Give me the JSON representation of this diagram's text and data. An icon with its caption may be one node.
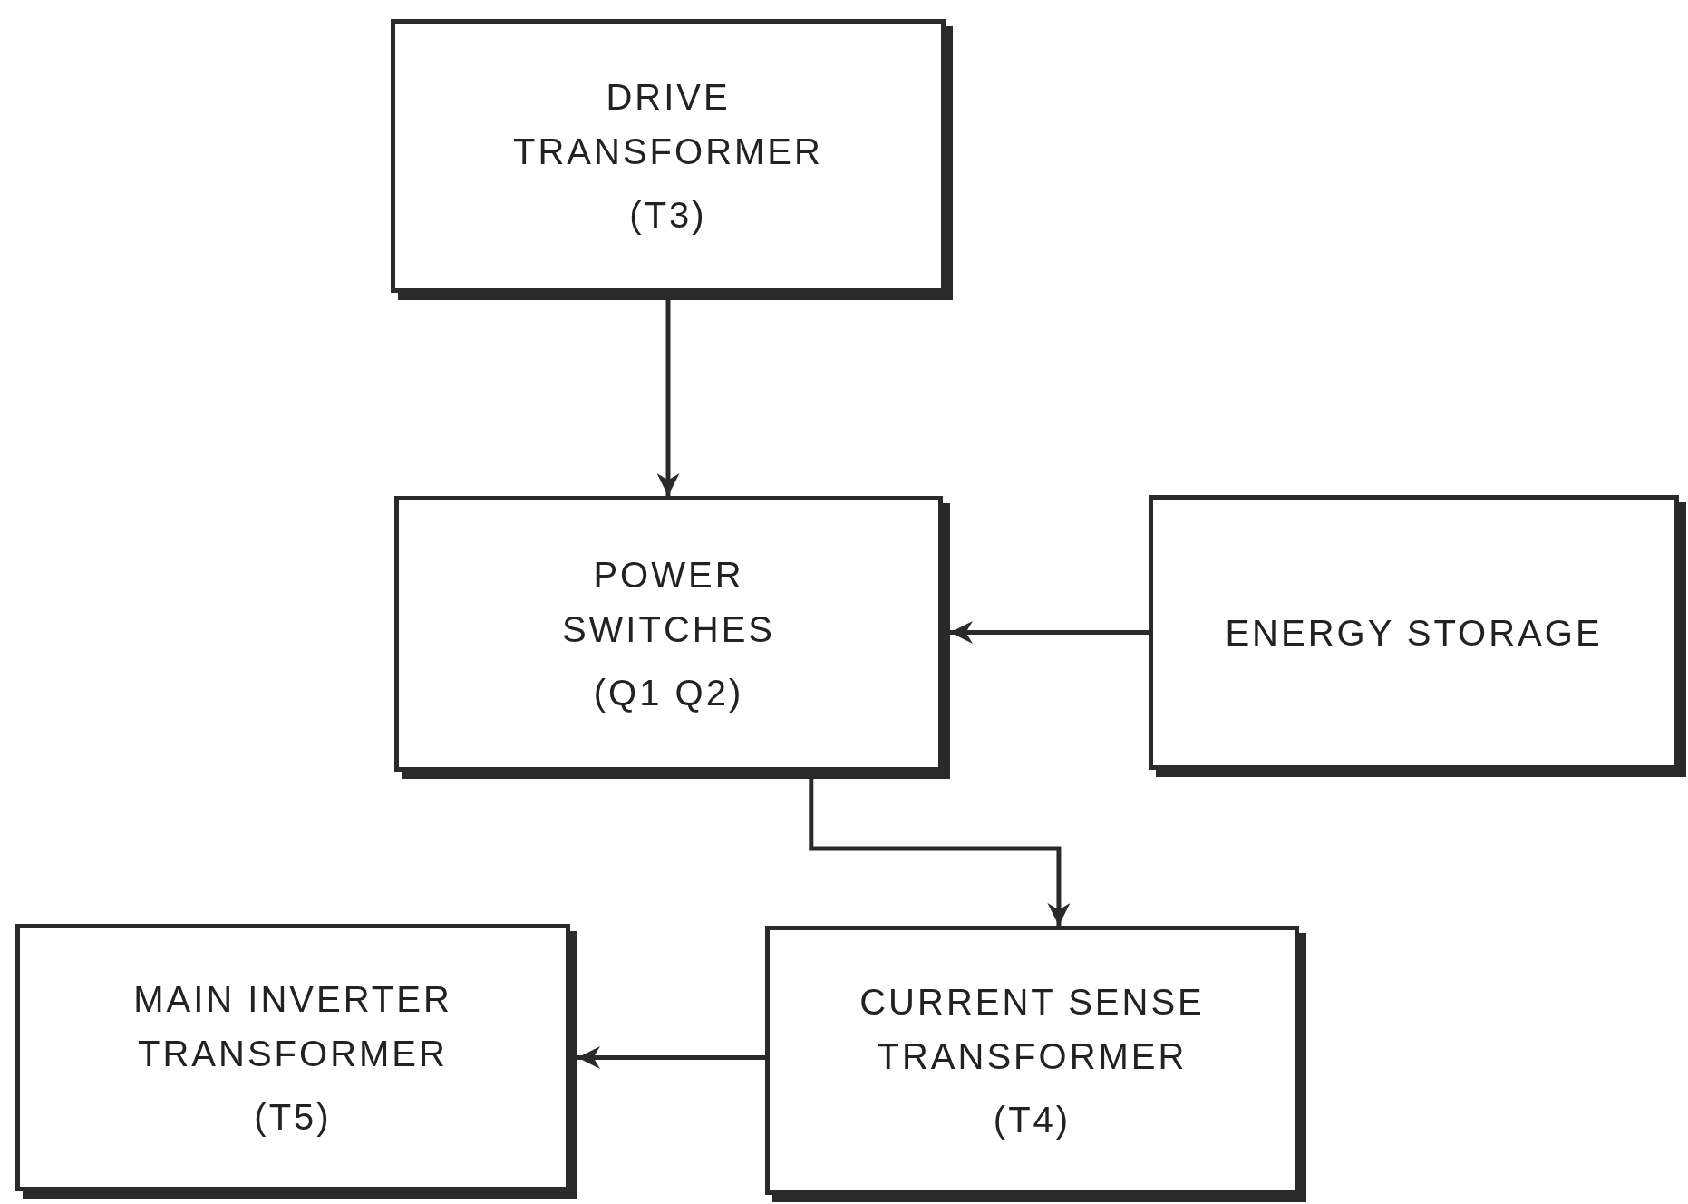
{
  "diagram": {
    "nodes": [
      {
        "text": [
          "DRIVE TRANSFORMER",
          "(T3)"
        ]
      },
      {
        "text": [
          "POWER SWITCHES",
          "(Q1 Q2)"
        ]
      },
      {
        "text": [
          "ENERGY STORAGE"
        ]
      },
      {
        "text": [
          "MAIN INVERTER TRANSFORMER",
          "(T5)"
        ]
      },
      {
        "text": [
          "CURRENT SENSE TRANSFORMER",
          "(T4)"
        ]
      }
    ],
    "edges": [
      {
        "from": 0,
        "to": 1,
        "arrow": "to"
      },
      {
        "from": 2,
        "to": 1,
        "arrow": "to"
      },
      {
        "from": 1,
        "to": 4,
        "arrow": "to"
      },
      {
        "from": 4,
        "to": 3,
        "arrow": "to"
      }
    ]
  }
}
